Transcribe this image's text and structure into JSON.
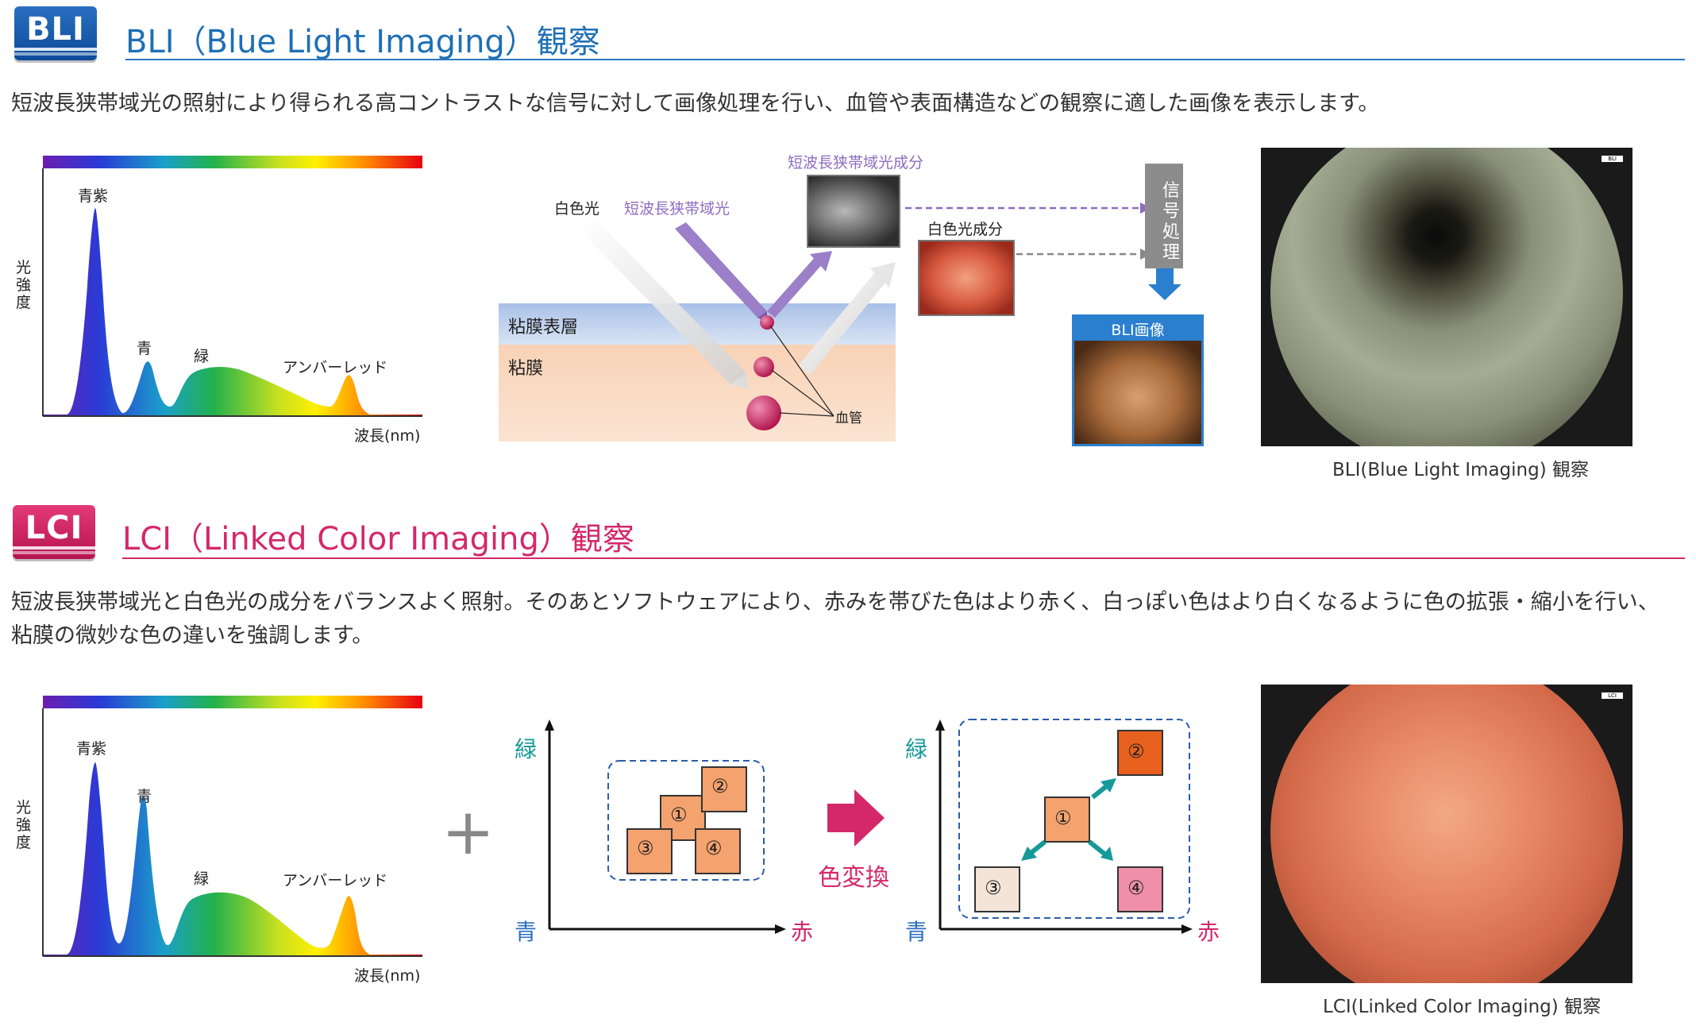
{
  "bli": {
    "logo_text": "BLI",
    "title": "BLI（Blue Light Imaging）観察",
    "description": "短波長狭帯域光の照射により得られる高コントラストな信号に対して画像処理を行い、血管や表面構造などの観察に適した画像を表示します。",
    "spectrum": {
      "y_label": "光強度",
      "x_label": "波長(nm)",
      "peaks": [
        "青紫",
        "青",
        "緑",
        "アンバーレッド"
      ]
    },
    "diagram": {
      "white_light": "白色光",
      "narrowband_light": "短波長狭帯域光",
      "narrowband_component": "短波長狭帯域光成分",
      "white_component": "白色光成分",
      "surface_layer": "粘膜表層",
      "mucosa": "粘膜",
      "vessel": "血管",
      "signal_processing": "信号処理",
      "output_label": "BLI画像"
    },
    "photo_tag": "BLI",
    "caption": "BLI(Blue Light Imaging) 観察",
    "accent": "#1e6fb5"
  },
  "lci": {
    "logo_text": "LCI",
    "title": "LCI（Linked Color Imaging）観察",
    "description_line1": "短波長狭帯域光と白色光の成分をバランスよく照射。そのあとソフトウェアにより、赤みを帯びた色はより赤く、白っぽい色はより白くなるように色の拡張・縮小を行い、",
    "description_line2": "粘膜の微妙な色の違いを強調します。",
    "spectrum": {
      "y_label": "光強度",
      "x_label": "波長(nm)",
      "peaks": [
        "青紫",
        "青",
        "緑",
        "アンバーレッド"
      ]
    },
    "plus": "+",
    "chart": {
      "axis_green": "緑",
      "axis_blue": "青",
      "axis_red": "赤",
      "boxes": [
        "①",
        "②",
        "③",
        "④"
      ]
    },
    "conversion_label": "色変換",
    "photo_tag": "LCI",
    "caption": "LCI(Linked Color Imaging) 観察",
    "accent": "#d4286a"
  }
}
